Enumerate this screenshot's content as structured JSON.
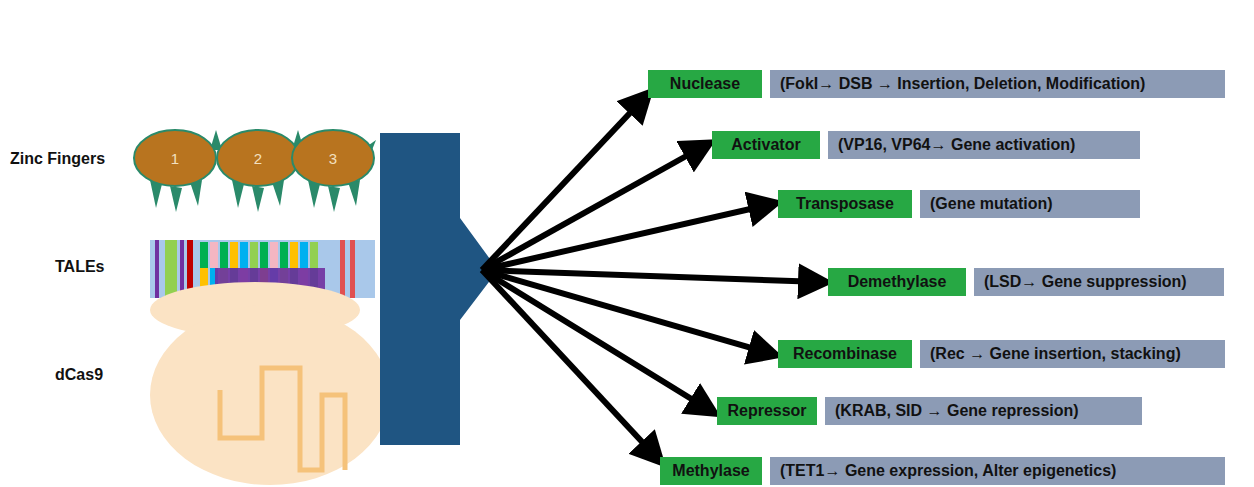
{
  "diagram": {
    "nodes": [
      {
        "text": [
          "1"
        ]
      },
      {
        "text": [
          "2"
        ]
      },
      {
        "text": [
          "3"
        ]
      },
      {
        "text": [
          "Nuclease"
        ]
      },
      {
        "text": [
          "(FokI→ DSB → Insertion, Deletion, Modification)"
        ]
      },
      {
        "text": [
          "Activator"
        ]
      },
      {
        "text": [
          "(VP16, VP64→ Gene activation)"
        ]
      },
      {
        "text": [
          "Transposase"
        ]
      },
      {
        "text": [
          "(Gene mutation)"
        ]
      },
      {
        "text": [
          "Demethylase"
        ]
      },
      {
        "text": [
          "(LSD→ Gene suppression)"
        ]
      },
      {
        "text": [
          "Recombinase"
        ]
      },
      {
        "text": [
          "(Rec → Gene insertion, stacking)"
        ]
      },
      {
        "text": [
          "Repressor"
        ]
      },
      {
        "text": [
          "(KRAB, SID → Gene repression)"
        ]
      },
      {
        "text": [
          "Methylase"
        ]
      },
      {
        "text": [
          "(TET1→ Gene expression, Alter epigenetics)"
        ]
      }
    ],
    "labels": [
      "Zinc Fingers",
      "TALEs",
      "dCas9"
    ]
  }
}
